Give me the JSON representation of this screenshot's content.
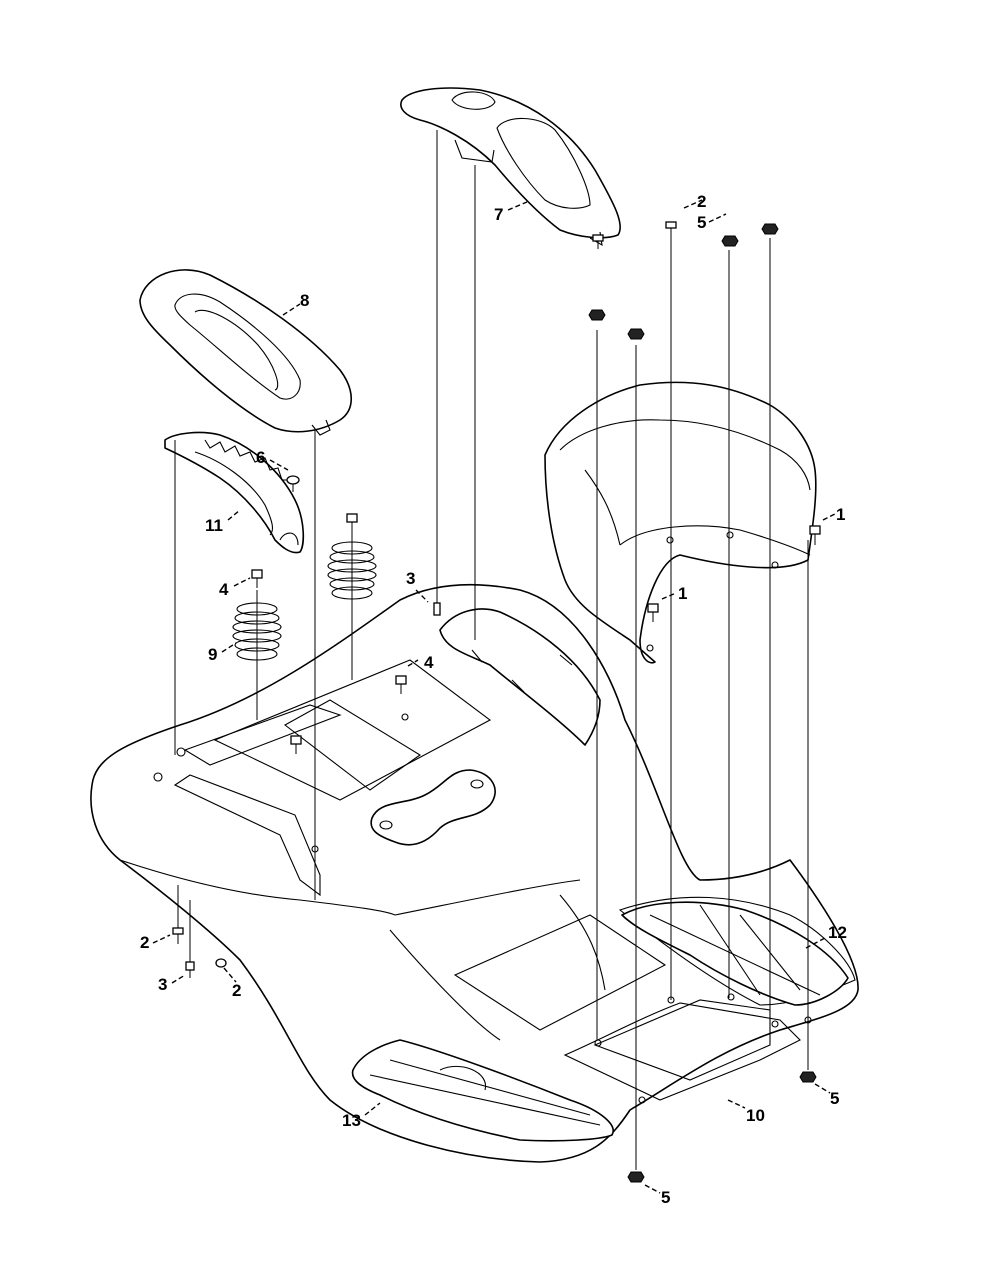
{
  "callouts": {
    "c1a": "1",
    "c1b": "1",
    "c2a": "2",
    "c2b": "2",
    "c2c": "2",
    "c3a": "3",
    "c3b": "3",
    "c4a": "4",
    "c4b": "4",
    "c5a": "5",
    "c5b": "5",
    "c5c": "5",
    "c6": "6",
    "c7": "7",
    "c8": "8",
    "c9": "9",
    "c10": "10",
    "c11": "11",
    "c12": "12",
    "c13": "13"
  }
}
